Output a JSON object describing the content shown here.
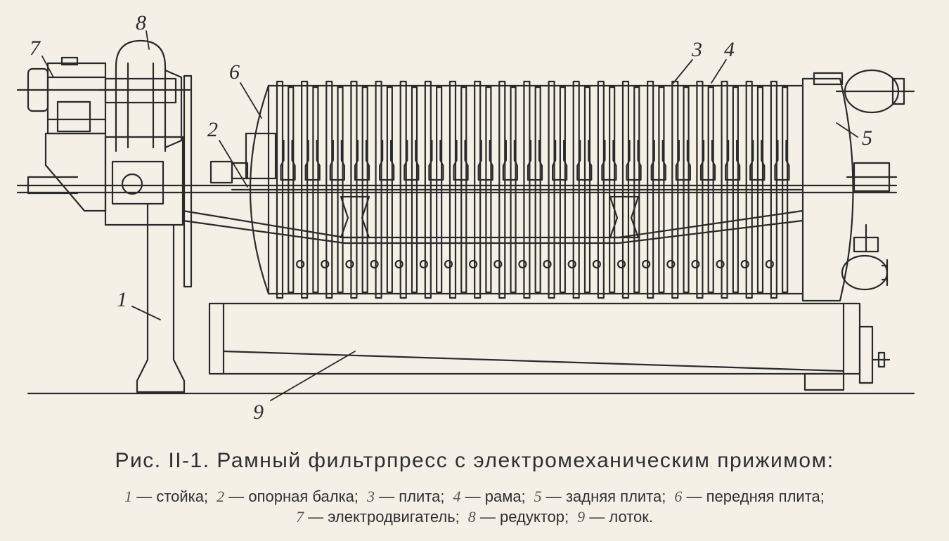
{
  "figure": {
    "callouts": [
      {
        "num": "1",
        "part": "rack"
      },
      {
        "num": "2",
        "part": "support-beam"
      },
      {
        "num": "3",
        "part": "plate"
      },
      {
        "num": "4",
        "part": "frame"
      },
      {
        "num": "5",
        "part": "rear-plate"
      },
      {
        "num": "6",
        "part": "front-plate"
      },
      {
        "num": "7",
        "part": "electric-motor"
      },
      {
        "num": "8",
        "part": "reducer"
      },
      {
        "num": "9",
        "part": "tray"
      }
    ],
    "pack": {
      "pairs": 21
    }
  },
  "caption": {
    "title": "Рис. II-1. Рамный фильтрпресс с электромеханическим прижимом:",
    "legend_rows": [
      [
        {
          "num": "1",
          "text": "— стойка;"
        },
        {
          "num": "2",
          "text": "— опорная балка;"
        },
        {
          "num": "3",
          "text": "— плита;"
        },
        {
          "num": "4",
          "text": "— рама;"
        },
        {
          "num": "5",
          "text": "— задняя плита;"
        },
        {
          "num": "6",
          "text": "— передняя плита;"
        }
      ],
      [
        {
          "num": "7",
          "text": "— электродвигатель;"
        },
        {
          "num": "8",
          "text": "— редуктор;"
        },
        {
          "num": "9",
          "text": "— лоток."
        }
      ]
    ]
  },
  "colors": {
    "ink": "#2a2a2a",
    "paper": "#f4f0e6"
  }
}
